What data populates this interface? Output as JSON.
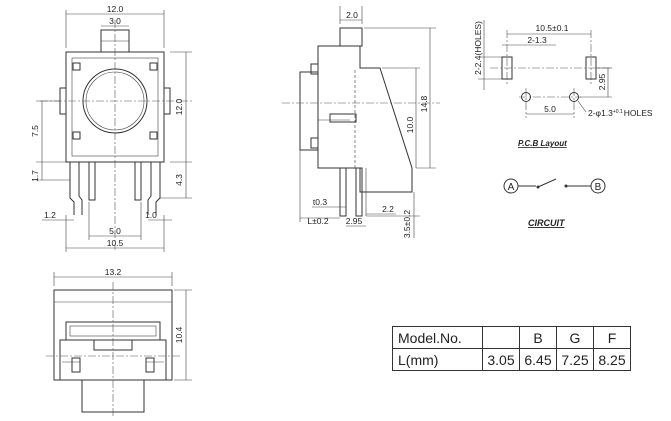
{
  "top_view": {
    "dim_overall_width": "12.0",
    "dim_stem_width": "3.0",
    "dim_right_height": "12.0",
    "dim_left_height": "7.5",
    "dim_left_pin": "1.7",
    "dim_right_pin": "4.3",
    "dim_pin_left": "1.2",
    "dim_pin_right": "1.0",
    "dim_pin_pitch": "5.0",
    "dim_pin_span": "10.5"
  },
  "side_view": {
    "dim_top": "2.0",
    "dim_height_inner": "10.0",
    "dim_height_outer": "14.8",
    "dim_pin_thick": "t0.3",
    "dim_L": "L±0.2",
    "dim_pin_a": "2.95",
    "dim_pin_b": "2.2",
    "dim_pin_len": "3.5±0.2"
  },
  "pcb_layout": {
    "dim_span": "10.5±0.1",
    "dim_slot": "2-1.3",
    "dim_holes_v": "2-2.4(HOLES)",
    "dim_right_v": "2.95",
    "dim_pitch": "5.0",
    "dim_holes_d": "2-φ1.3",
    "dim_holes_tol": "+0.1",
    "dim_holes_word": "HOLES",
    "label": "P.C.B Layout"
  },
  "circuit": {
    "node_a": "A",
    "node_b": "B",
    "label": "CIRCUIT"
  },
  "front_view": {
    "dim_width": "13.2",
    "dim_height": "10.4"
  },
  "table": {
    "header": [
      "Model.No.",
      "",
      "B",
      "G",
      "F"
    ],
    "row": [
      "L(mm)",
      "3.05",
      "6.45",
      "7.25",
      "8.25"
    ]
  }
}
